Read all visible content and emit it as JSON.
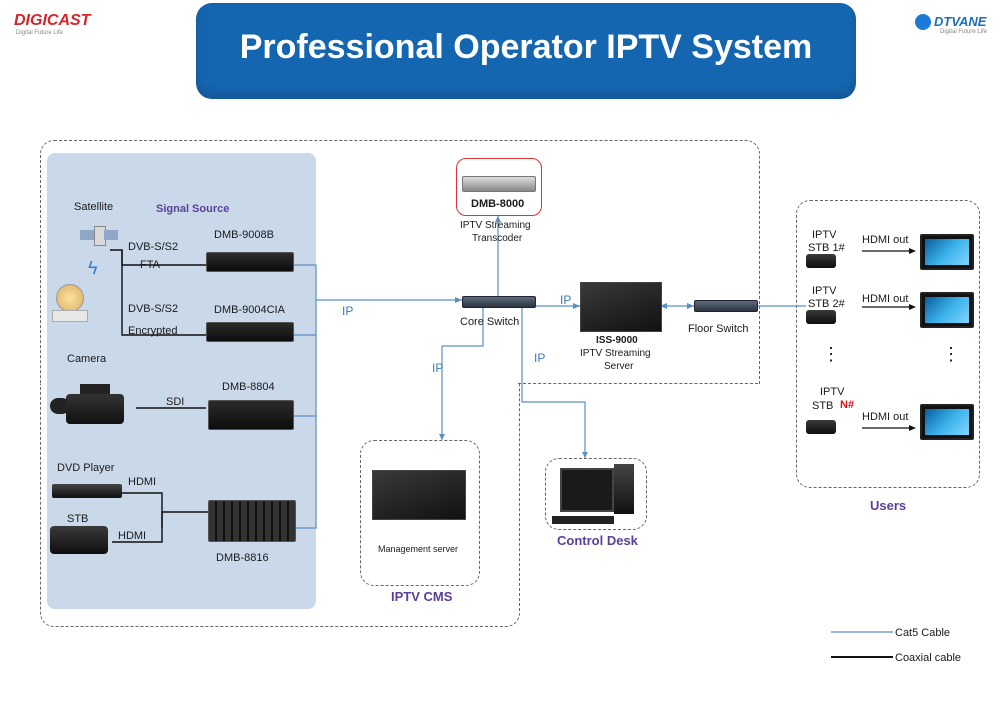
{
  "logos": {
    "left": "DIGICAST",
    "left_tag": "Digital Future Life",
    "right": "DTVANE",
    "right_tag": "Digital Future Life"
  },
  "title": "Professional Operator IPTV System",
  "source": {
    "heading": "Signal Source",
    "satellite": "Satellite",
    "camera": "Camera",
    "dvb1": "DVB-S/S2",
    "fta": "FTA",
    "dvb2": "DVB-S/S2",
    "encrypted": "Encrypted",
    "sdi": "SDI",
    "dvd": "DVD Player",
    "hdmi1": "HDMI",
    "stb": "STB",
    "hdmi2": "HDMI"
  },
  "devices": {
    "d1": "DMB-9008B",
    "d2": "DMB-9004CIA",
    "d3": "DMB-8804",
    "d4": "DMB-8816",
    "transcoder_name": "DMB-8000",
    "transcoder_desc1": "IPTV Streaming",
    "transcoder_desc2": "Transcoder",
    "core_switch": "Core Switch",
    "iss_name": "ISS-9000",
    "iss_desc1": "IPTV Streaming",
    "iss_desc2": "Server",
    "floor_switch": "Floor Switch",
    "mgmt": "Management server",
    "cms": "IPTV CMS",
    "control": "Control Desk"
  },
  "ip_labels": [
    "IP",
    "IP",
    "IP",
    "IP"
  ],
  "users": {
    "title": "Users",
    "stb1a": "IPTV",
    "stb1b": "STB 1#",
    "stb2a": "IPTV",
    "stb2b": "STB 2#",
    "stbna": "IPTV",
    "stbnb": "STB",
    "stbnc": "N#",
    "hdmi": [
      "HDMI out",
      "HDMI out",
      "HDMI out"
    ],
    "dots": [
      "⋮",
      "⋮"
    ]
  },
  "legend": {
    "cat5": "Cat5 Cable",
    "coax": "Coaxial cable"
  },
  "colors": {
    "title_bg": "#1566b1",
    "cat5": "#5b8fc4",
    "coax": "#111111",
    "accent": "#5b3f9a",
    "red": "#dd1111"
  }
}
